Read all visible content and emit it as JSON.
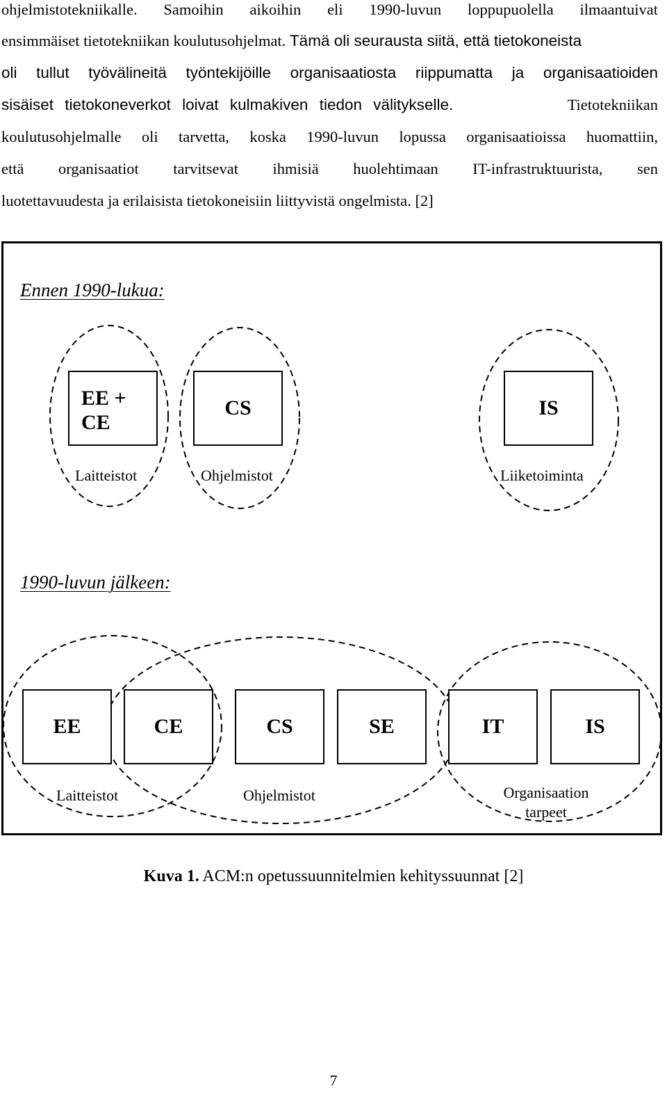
{
  "paragraph": {
    "lines": [
      "ohjelmistotekniikalle. Samoihin aikoihin eli 1990-luvun loppupuolella ilmaantuivat",
      "ensimmäiset tietotekniikan koulutusohjelmat.",
      "Tämä oli seurausta siitä, että tietokoneista",
      "oli tullut työvälineitä työntekijöille organisaatiosta riippumatta ja organisaatioiden",
      "sisäiset tietokoneverkot loivat kulmakiven tiedon välitykselle.",
      "Tietotekniikan",
      "koulutusohjelmalle oli tarvetta, koska 1990-luvun lopussa organisaatioissa huomattiin,",
      "että organisaatiot tarvitsevat ihmisiä huolehtimaan IT-infrastruktuurista, sen",
      "luotettavuudesta ja erilaisista tietokoneisiin liittyvistä ongelmista. [2]"
    ]
  },
  "figure": {
    "before": {
      "heading": "Ennen 1990-lukua:",
      "boxes": [
        "EE +\nCE",
        "CS",
        "IS"
      ],
      "labels": [
        "Laitteistot",
        "Ohjelmistot",
        "Liiketoiminta"
      ]
    },
    "after": {
      "heading": "1990-luvun jälkeen:",
      "boxes": [
        "EE",
        "CE",
        "CS",
        "SE",
        "IT",
        "IS"
      ],
      "labels": [
        "Laitteistot",
        "Ohjelmistot",
        "Organisaation\ntarpeet"
      ]
    }
  },
  "caption": {
    "label": "Kuva 1.",
    "text": " ACM:n opetussuunnitelmien kehityssuunnat [2]"
  },
  "page_number": "7"
}
